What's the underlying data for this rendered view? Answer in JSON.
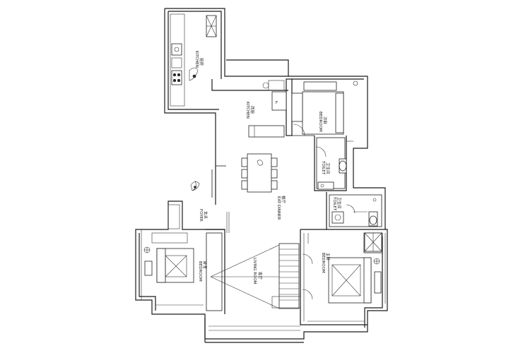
{
  "rooms": {
    "kitchen_upper": {
      "cn": "厨房",
      "en": "KITCHEN"
    },
    "kitchen_lower": {
      "cn": "西厨",
      "en": "KITCHEN"
    },
    "bedroom_top": {
      "cn": "次卧",
      "en": "BEDROOM"
    },
    "toilet_top": {
      "cn": "卫生间",
      "en": "TOILET"
    },
    "toilet_mid": {
      "cn": "卫生间",
      "en": "TOILET"
    },
    "eat_dinner": {
      "cn": "餐厅",
      "en": "EAT DINNER"
    },
    "foyer": {
      "cn": "玄关",
      "en": "FOYER"
    },
    "bedroom_left": {
      "cn": "卧室",
      "en": "BEDROOM"
    },
    "bedroom_right": {
      "cn": "主卧",
      "en": "BEDROOM"
    },
    "living_room": {
      "cn": "客厅",
      "en": "LIVING ROOM"
    }
  },
  "colors": {
    "wall": "#1a1a1a",
    "background": "#ffffff"
  }
}
